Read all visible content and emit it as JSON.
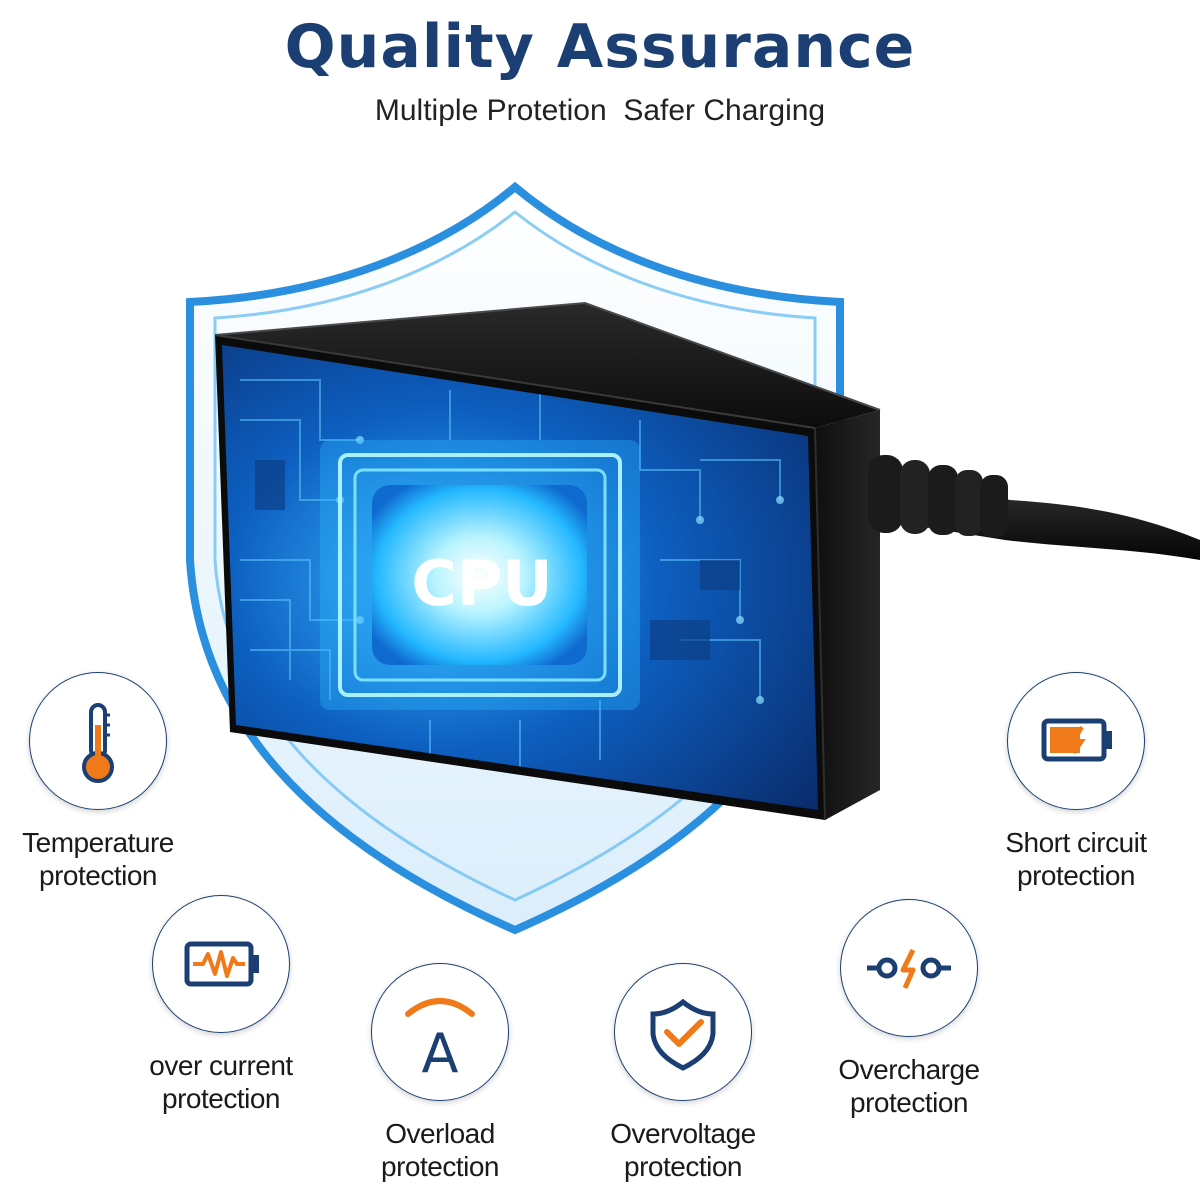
{
  "header": {
    "title": "Quality Assurance",
    "subtitle": "Multiple Protetion  Safer Charging"
  },
  "hero": {
    "chip_label": "CPU"
  },
  "features": [
    {
      "icon": "thermometer-icon",
      "line1": "Temperature",
      "line2": "protection"
    },
    {
      "icon": "battery-short-circuit-icon",
      "line1": "Short circuit",
      "line2": "protection"
    },
    {
      "icon": "battery-current-wave-icon",
      "line1": "over current",
      "line2": "protection"
    },
    {
      "icon": "ampere-icon",
      "line1": "Overload",
      "line2": "protection"
    },
    {
      "icon": "shield-check-icon",
      "line1": "Overvoltage",
      "line2": "protection"
    },
    {
      "icon": "charge-connector-icon",
      "line1": "Overcharge",
      "line2": "protection"
    }
  ],
  "colors": {
    "navy": "#1b3f73",
    "accent_orange": "#f07a1a",
    "shield_blue": "#2b8fe0"
  }
}
